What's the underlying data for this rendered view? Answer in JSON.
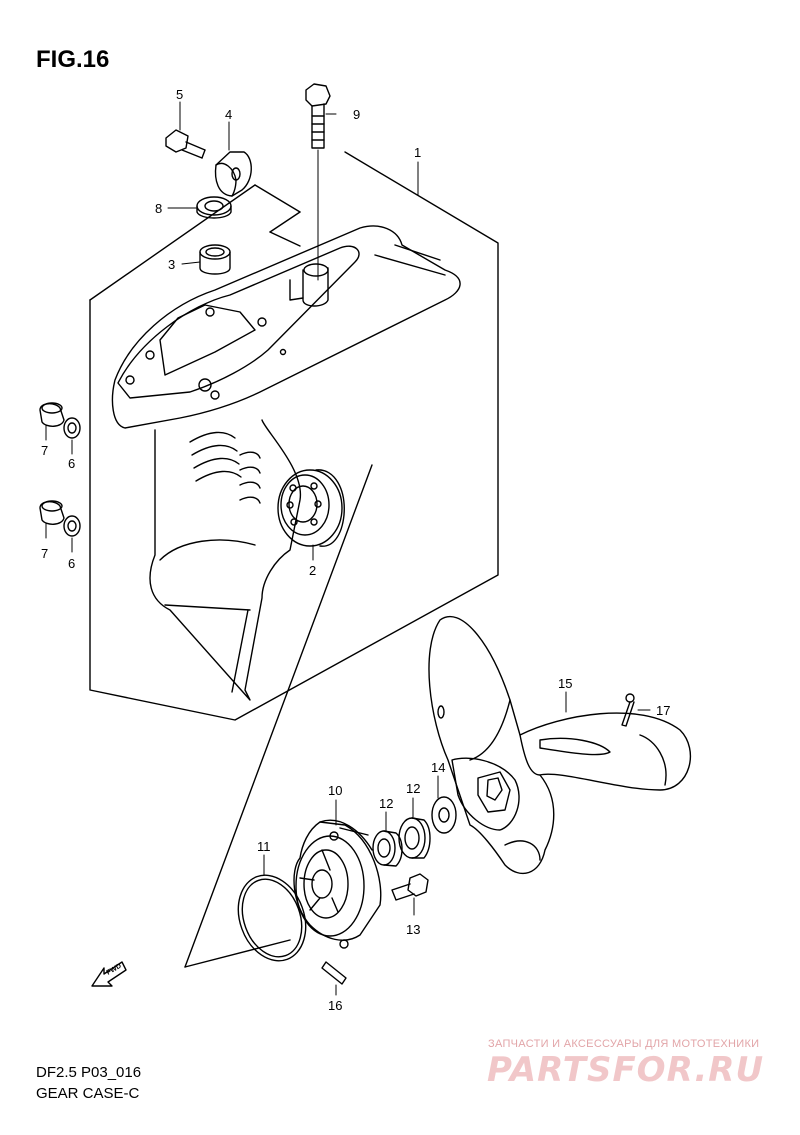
{
  "figure": {
    "title": "FIG.16",
    "model_code": "DF2.5 P03_016",
    "section_name": "GEAR CASE-C",
    "fwd_marker": "FWD"
  },
  "watermark": {
    "caption": "ЗАПЧАСТИ И АКСЕССУАРЫ ДЛЯ МОТОТЕХНИКИ",
    "logo": "PARTSFOR.RU",
    "color": "#e8a3a6"
  },
  "callouts": [
    {
      "id": "c1",
      "label": "1"
    },
    {
      "id": "c2",
      "label": "2"
    },
    {
      "id": "c3",
      "label": "3"
    },
    {
      "id": "c4",
      "label": "4"
    },
    {
      "id": "c5",
      "label": "5"
    },
    {
      "id": "c6a",
      "label": "6"
    },
    {
      "id": "c6b",
      "label": "6"
    },
    {
      "id": "c7a",
      "label": "7"
    },
    {
      "id": "c7b",
      "label": "7"
    },
    {
      "id": "c8",
      "label": "8"
    },
    {
      "id": "c9",
      "label": "9"
    },
    {
      "id": "c10",
      "label": "10"
    },
    {
      "id": "c11",
      "label": "11"
    },
    {
      "id": "c12a",
      "label": "12"
    },
    {
      "id": "c12b",
      "label": "12"
    },
    {
      "id": "c13",
      "label": "13"
    },
    {
      "id": "c14",
      "label": "14"
    },
    {
      "id": "c15",
      "label": "15"
    },
    {
      "id": "c16",
      "label": "16"
    },
    {
      "id": "c17",
      "label": "17"
    }
  ]
}
